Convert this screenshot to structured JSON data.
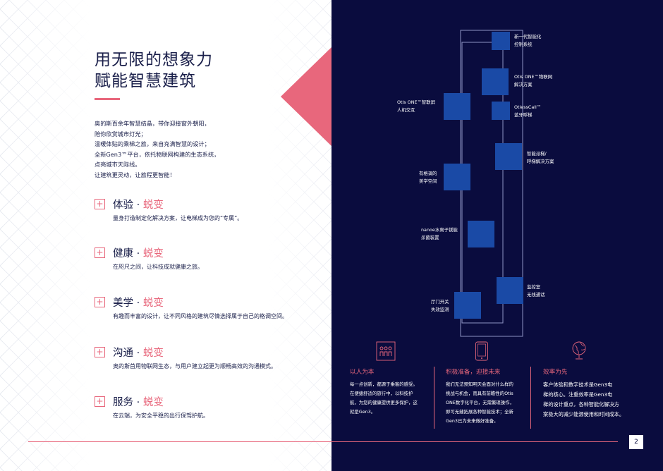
{
  "title_lines": [
    "用无限的想象力",
    "赋能智慧建筑"
  ],
  "intro_lines": [
    "奥的斯百余年智慧结晶，带你迎接窗外朝阳，",
    "陪你欣赏城市灯光；",
    "温暖体贴的乘梯之旅，来自充满智慧的设计；",
    "全新Gen3™平台，依托物联网构建的生态系统，",
    "点亮城市天际线。",
    "让建筑更灵动，让旅程更智能！"
  ],
  "plus_symbol": "+",
  "features": [
    {
      "name": "体验",
      "sep": "·",
      "accent": "蜕变",
      "desc": "量身打造制定化解决方案，让电梯成为您的“专属”。"
    },
    {
      "name": "健康",
      "sep": "·",
      "accent": "蜕变",
      "desc": "在咫尺之间，让科技成就健康之旅。"
    },
    {
      "name": "美学",
      "sep": "·",
      "accent": "蜕变",
      "desc": "有趣而丰富的设计，让不同风格的建筑尽情选择属于自己的格调空间。"
    },
    {
      "name": "沟通",
      "sep": "·",
      "accent": "蜕变",
      "desc": "奥的斯首用物联网生态，与用户建立起更为顺畅高效的沟通模式。"
    },
    {
      "name": "服务",
      "sep": "·",
      "accent": "蜕变",
      "desc": "在云端，为安全平稳的出行保驾护航。"
    }
  ],
  "diagram_labels": [
    {
      "lines": [
        "新一代智能化",
        "控制系统"
      ]
    },
    {
      "lines": [
        "Otis ONE™物联网",
        "解决方案"
      ]
    },
    {
      "lines": [
        "Otis ONE™智联屏",
        "人机交互"
      ]
    },
    {
      "lines": [
        "OtiessCall™",
        "蓝牙呼梯"
      ]
    },
    {
      "lines": [
        "智能派梯/",
        "呼梯解决方案"
      ]
    },
    {
      "lines": [
        "有格调的",
        "美学空间"
      ]
    },
    {
      "lines": [
        "nanoe水离子镁能",
        "杀菌装置"
      ]
    },
    {
      "lines": [
        "监控室",
        "无线通话"
      ]
    },
    {
      "lines": [
        "厅门开关",
        "失效监测"
      ]
    }
  ],
  "columns": [
    {
      "icon": "people-icon",
      "title": "以人为本",
      "lines": [
        "每一点创新，都源于乘客的感受。",
        "在便捷舒适的旅行中，以科技护",
        "航，为您的健康提供更多保护，这",
        "就是Gen3。"
      ]
    },
    {
      "icon": "tablet-icon",
      "title": "积极准备，迎接未来",
      "lines": [
        "我们无法预知明天会面对什么样的",
        "挑战与机会，而具有前瞻性的Otis",
        "ONE数字化平台，无需繁琐操作，",
        "即可无缝拓展各种智能技术；全新",
        "Gen3已为未来做好准备。"
      ]
    },
    {
      "icon": "globe-icon",
      "title": "效率为先",
      "lines": [
        "客户体验和数字技术是Gen3电",
        "梯的核心。注重效率是Gen3电",
        "梯的设计重点，各种智能化解决方",
        "案极大的减少能源使用和时间成本。"
      ]
    }
  ],
  "page_number": "2",
  "colors": {
    "navy": "#0a0c3e",
    "pink": "#e8677c",
    "blue_block": "#1a4aa6",
    "text_dark": "#1a1f4a"
  }
}
